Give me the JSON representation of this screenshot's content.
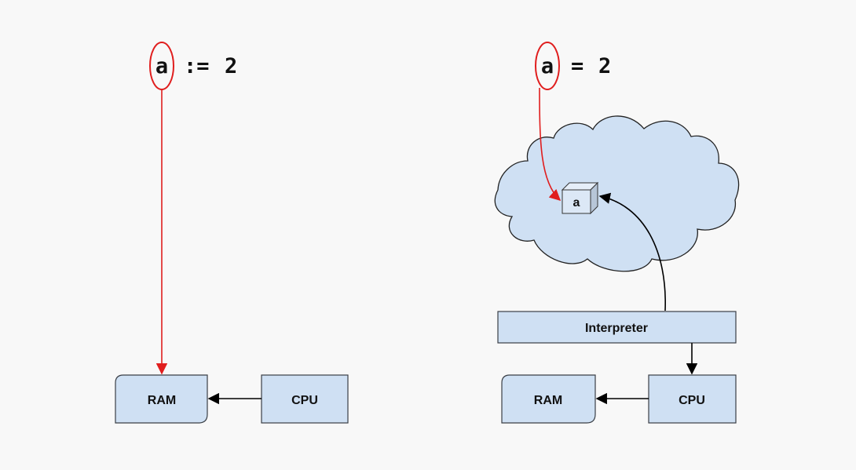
{
  "colors": {
    "background": "#f8f8f8",
    "box_fill": "#cfe0f3",
    "box_stroke": "#3a3f46",
    "highlight": "#e01e1e",
    "arrow": "#000000"
  },
  "left_panel": {
    "code_var": "a",
    "code_op": ":=",
    "code_value": "2",
    "ram_label": "RAM",
    "cpu_label": "CPU"
  },
  "right_panel": {
    "code_var": "a",
    "code_op": "=",
    "code_value": "2",
    "object_label": "a",
    "interpreter_label": "Interpreter",
    "ram_label": "RAM",
    "cpu_label": "CPU"
  }
}
